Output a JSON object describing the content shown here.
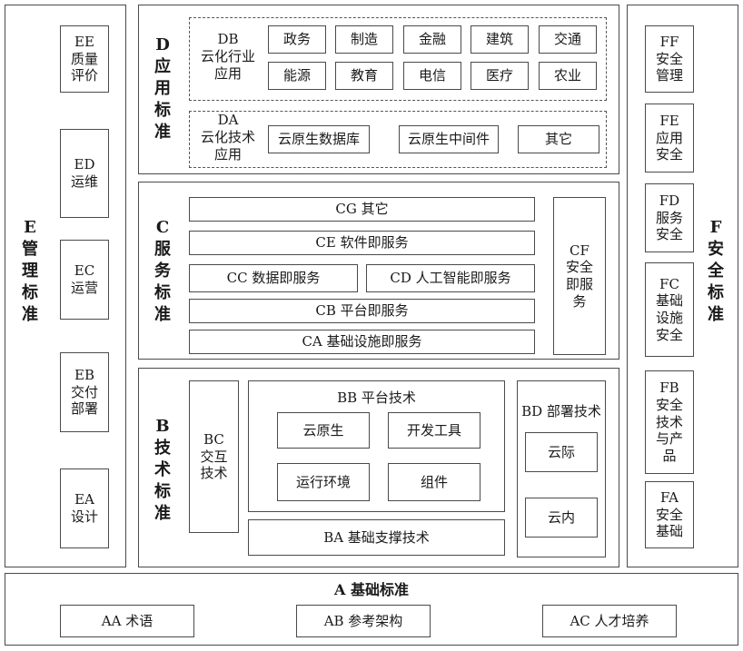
{
  "E": {
    "title": "E\n管\n理\n标\n准",
    "items": [
      "EE\n质量\n评价",
      "ED\n运维",
      "EC\n运营",
      "EB\n交付\n部署",
      "EA\n设计"
    ]
  },
  "F": {
    "title": "F\n安\n全\n标\n准",
    "items": [
      "FF\n安全\n管理",
      "FE\n应用\n安全",
      "FD\n服务\n安全",
      "FC\n基础\n设施\n安全",
      "FB\n安全\n技术\n与产\n品",
      "FA\n安全\n基础"
    ]
  },
  "D": {
    "title": "D\n应\n用\n标\n准",
    "db_label": "DB\n云化行业\n应用",
    "db_items": [
      "政务",
      "制造",
      "金融",
      "建筑",
      "交通",
      "能源",
      "教育",
      "电信",
      "医疗",
      "农业"
    ],
    "da_label": "DA\n云化技术\n应用",
    "da_items": [
      "云原生数据库",
      "云原生中间件",
      "其它"
    ]
  },
  "C": {
    "title": "C\n服\n务\n标\n准",
    "cg": "CG 其它",
    "ce": "CE 软件即服务",
    "cc": "CC 数据即服务",
    "cd": "CD 人工智能即服务",
    "cb": "CB 平台即服务",
    "ca": "CA 基础设施即服务",
    "cf": "CF\n安全\n即服\n务"
  },
  "B": {
    "title": "B\n技\n术\n标\n准",
    "bc": "BC\n交互\n技术",
    "bb_title": "BB 平台技术",
    "bb_items": [
      "云原生",
      "开发工具",
      "运行环境",
      "组件"
    ],
    "ba": "BA 基础支撑技术",
    "bd_title": "BD 部署技术",
    "bd_items": [
      "云际",
      "云内"
    ]
  },
  "A": {
    "title": "A 基础标准",
    "items": [
      "AA 术语",
      "AB 参考架构",
      "AC 人才培养"
    ]
  }
}
